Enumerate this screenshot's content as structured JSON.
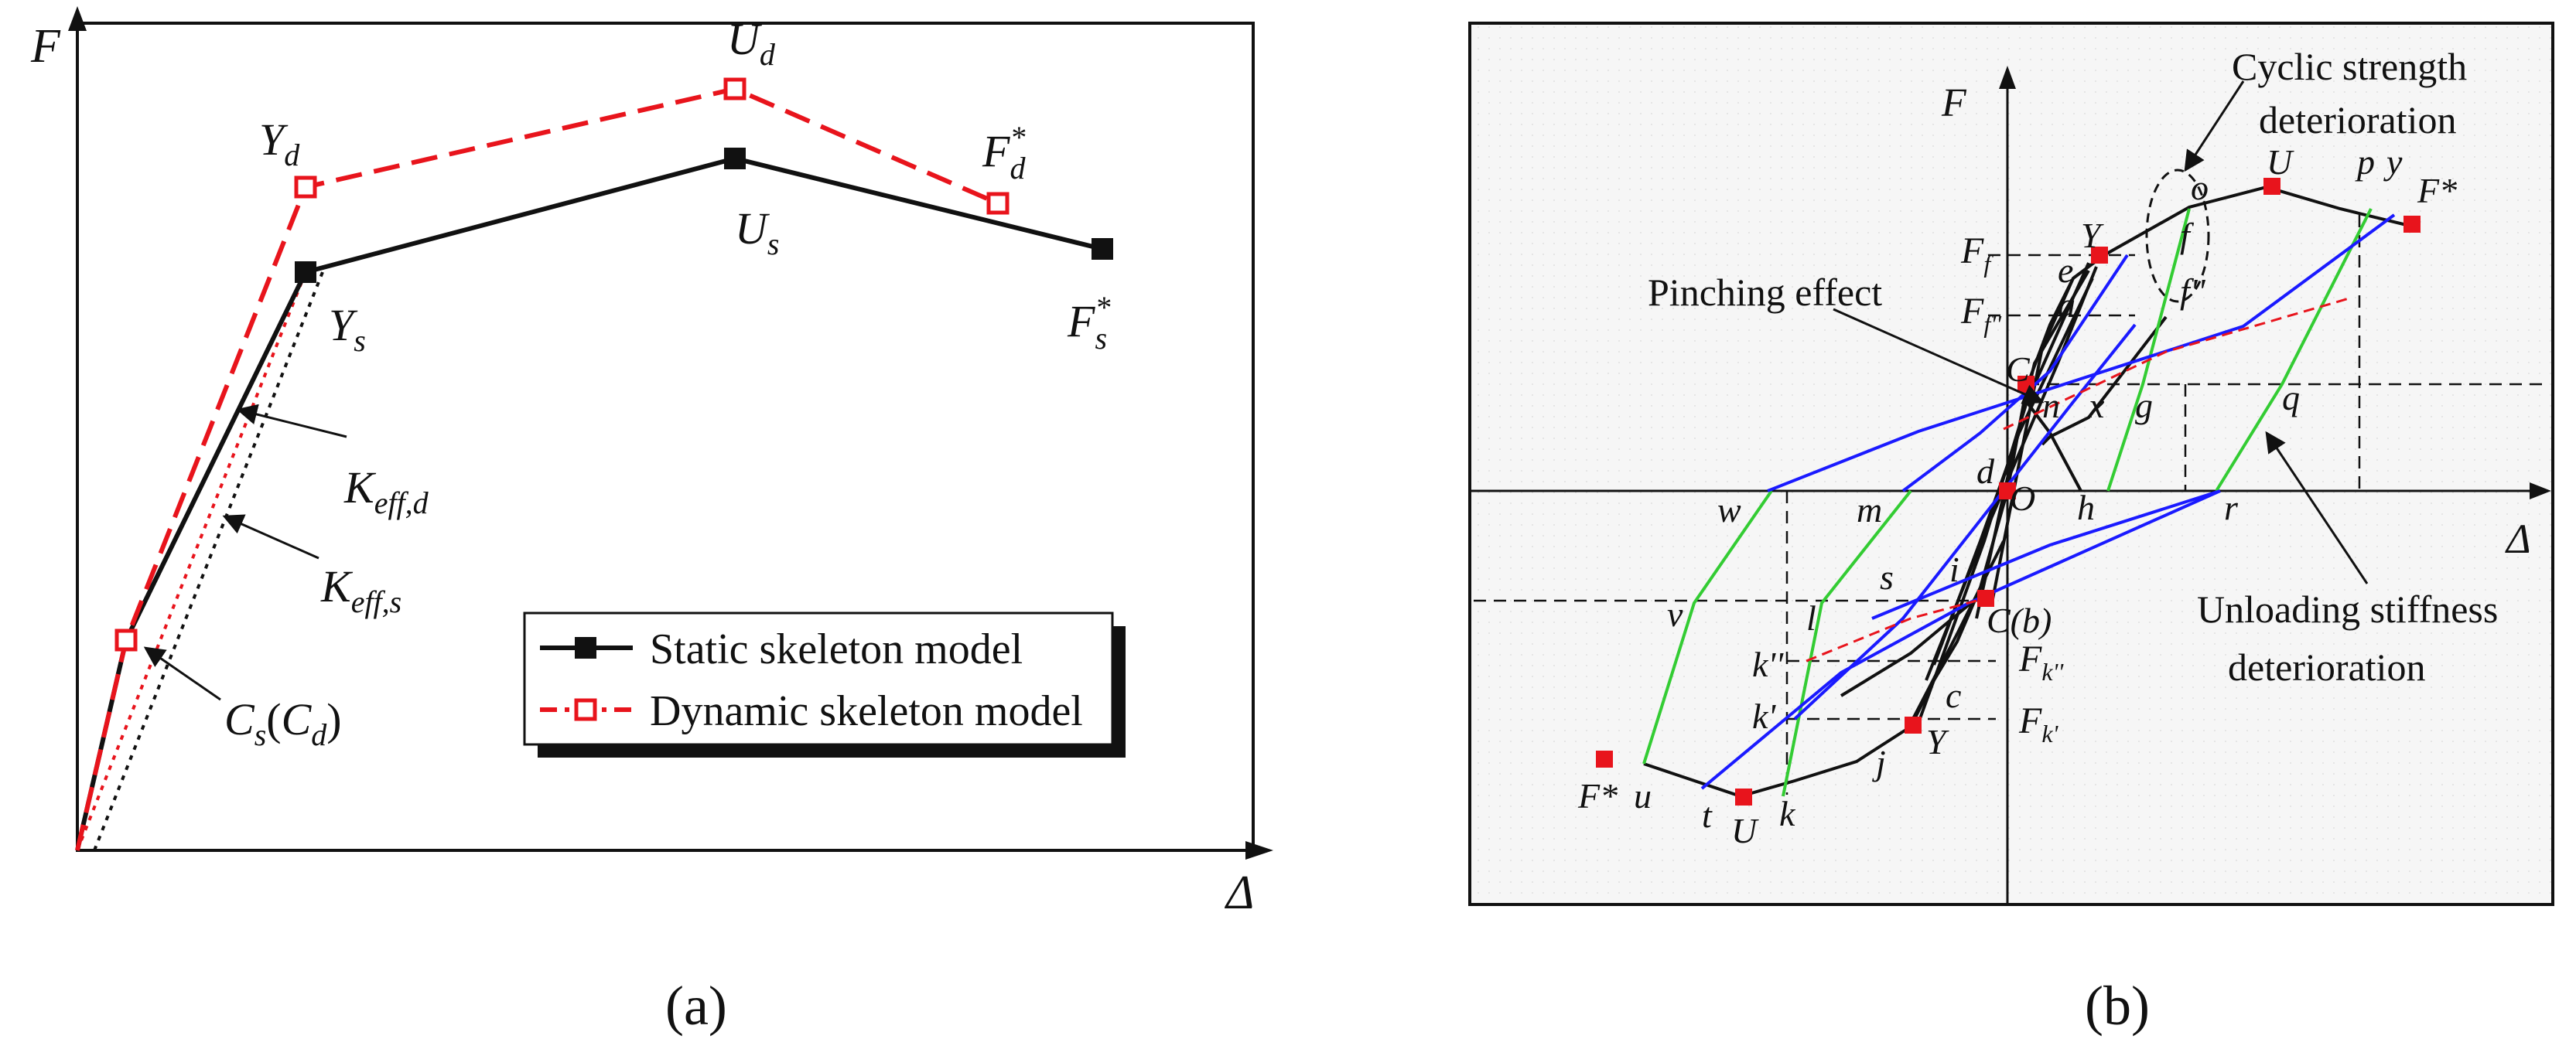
{
  "panel_a": {
    "axis_y": "F",
    "axis_x": "Δ",
    "points": {
      "Yd": {
        "main": "Y",
        "sub": "d"
      },
      "Ud": {
        "main": "U",
        "sub": "d"
      },
      "Fd": {
        "main": "F",
        "sup": "*",
        "sub": "d"
      },
      "Us": {
        "main": "U",
        "sub": "s"
      },
      "Ys": {
        "main": "Y",
        "sub": "s"
      },
      "Fs": {
        "main": "F",
        "sup": "*",
        "sub": "s"
      },
      "Cs": {
        "main": "C",
        "sub": "s",
        "paren_main": "C",
        "paren_sub": "d"
      }
    },
    "keff_d": {
      "main": "K",
      "sub": "eff,d"
    },
    "keff_s": {
      "main": "K",
      "sub": "eff,s"
    },
    "legend": {
      "static": "Static skeleton model",
      "dynamic": "Dynamic skeleton model"
    },
    "caption": "(a)"
  },
  "panel_b": {
    "axis_y": "F",
    "axis_x": "Δ",
    "callouts": {
      "cyclic_1": "Cyclic strength",
      "cyclic_2": "deterioration",
      "pinching": "Pinching effect",
      "unloading_1": "Unloading stiffness",
      "unloading_2": "deterioration"
    },
    "force_labels": {
      "ff": {
        "main": "F",
        "sub": "f"
      },
      "ffpp": {
        "main": "F",
        "sub": "f''"
      },
      "fkpp": {
        "main": "F",
        "sub": "k''"
      },
      "fkp": {
        "main": "F",
        "sub": "k'"
      }
    },
    "points": {
      "Y_pos": "Y",
      "U_pos": "U",
      "Fstar_pos": "F*",
      "e": "e",
      "a": "a",
      "C_pos": "C",
      "o": "o",
      "f": "f",
      "fpp": "f''",
      "p": "p",
      "y": "y",
      "n": "n",
      "x": "x",
      "g": "g",
      "q": "q",
      "w": "w",
      "m": "m",
      "d": "d",
      "O": "O",
      "h": "h",
      "r": "r",
      "v": "v",
      "s": "s",
      "i": "i",
      "l": "l",
      "Cb": "C(b)",
      "kpp": "k''",
      "kp": "k'",
      "c": "c",
      "Y_neg": "Y",
      "j": "j",
      "Fstar_neg": "F*",
      "u": "u",
      "t": "t",
      "U_neg": "U",
      "k": "k"
    },
    "caption": "(b)"
  },
  "colors": {
    "static": "#000000",
    "dynamic": "#e8141c",
    "reload": "#1a1aff",
    "unload": "#33cc33"
  }
}
